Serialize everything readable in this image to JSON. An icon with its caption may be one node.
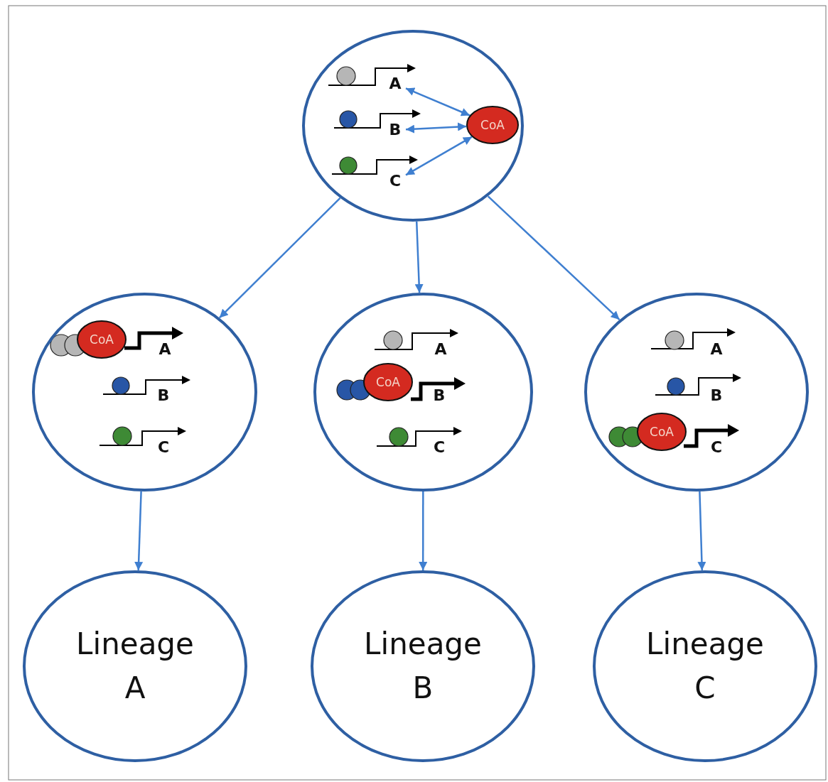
{
  "diagram": {
    "nodes": [
      {
        "text": [],
        "shape": "circle"
      },
      {
        "text": [
          "A"
        ],
        "in": 0
      },
      {
        "text": [
          "B"
        ],
        "in": 0
      },
      {
        "text": [
          "C"
        ],
        "in": 0
      },
      {
        "text": [
          "CoA"
        ],
        "in": 0
      },
      {
        "text": [],
        "shape": "circle"
      },
      {
        "text": [
          "CoA"
        ],
        "in": 5
      },
      {
        "text": [],
        "shape": "circle"
      },
      {
        "text": [
          "CoA"
        ],
        "in": 7
      },
      {
        "text": [],
        "shape": "circle"
      },
      {
        "text": [
          "CoA"
        ],
        "in": 9
      },
      {
        "text": [
          "Lineage A"
        ]
      },
      {
        "text": [
          "Lineage B"
        ]
      },
      {
        "text": [
          "Lineage C"
        ]
      }
    ],
    "edges": [
      {
        "from": 4,
        "to": 1,
        "arrow": "both"
      },
      {
        "from": 4,
        "to": 2,
        "arrow": "both"
      },
      {
        "from": 4,
        "to": 3,
        "arrow": "both"
      },
      {
        "from": 0,
        "to": 5,
        "arrow": "to"
      },
      {
        "from": 0,
        "to": 7,
        "arrow": "to"
      },
      {
        "from": 0,
        "to": 9,
        "arrow": "to"
      },
      {
        "from": 5,
        "to": 11,
        "arrow": "to"
      },
      {
        "from": 7,
        "to": 12,
        "arrow": "to"
      },
      {
        "from": 9,
        "to": 13,
        "arrow": "to"
      }
    ],
    "labels": [
      "A",
      "B",
      "C",
      "A",
      "B",
      "C",
      "A",
      "B",
      "C"
    ]
  }
}
